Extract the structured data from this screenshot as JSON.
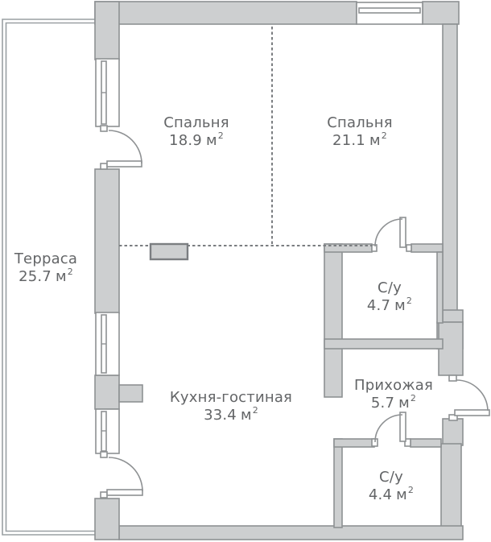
{
  "plan": {
    "colors": {
      "background": "#ffffff",
      "wall_fill": "#cdcfd0",
      "wall_stroke": "#8e9193",
      "line": "#7b7e81",
      "railing": "#9aa0a3",
      "text": "#636567"
    },
    "rooms": [
      {
        "id": "bedroom-1",
        "name": "Спальня",
        "area": "18.9",
        "unit": "м",
        "sup": "2"
      },
      {
        "id": "bedroom-2",
        "name": "Спальня",
        "area": "21.1",
        "unit": "м",
        "sup": "2"
      },
      {
        "id": "terrace",
        "name": "Терраса",
        "area": "25.7",
        "unit": "м",
        "sup": "2"
      },
      {
        "id": "kitchen",
        "name": "Кухня-гостиная",
        "area": "33.4",
        "unit": "м",
        "sup": "2"
      },
      {
        "id": "bathroom-1",
        "name": "С/у",
        "area": "4.7",
        "unit": "м",
        "sup": "2"
      },
      {
        "id": "hallway",
        "name": "Прихожая",
        "area": "5.7",
        "unit": "м",
        "sup": "2"
      },
      {
        "id": "bathroom-2",
        "name": "С/у",
        "area": "4.4",
        "unit": "м",
        "sup": "2"
      }
    ]
  }
}
